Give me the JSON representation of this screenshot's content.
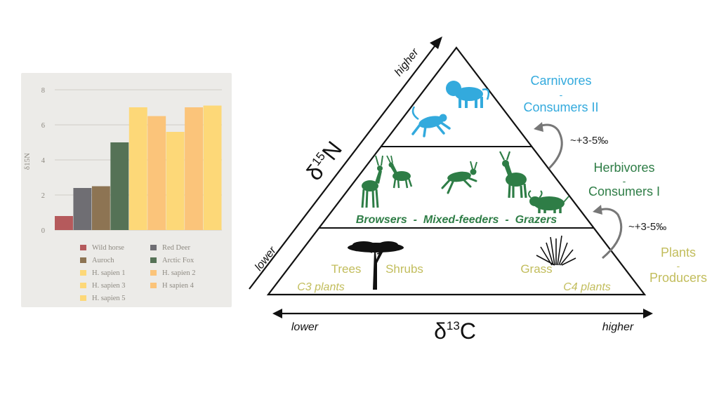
{
  "chart_data": {
    "type": "bar",
    "xlabel": "",
    "ylabel": "δ15N",
    "ylim": [
      0,
      8
    ],
    "yticks": [
      0,
      2,
      4,
      6,
      8
    ],
    "grid": true,
    "legend_placement": "bottom",
    "categories": [
      "Wild horse",
      "Red Deer",
      "Auroch",
      "Arctic Fox",
      "H. sapien 1",
      "H. sapien 2",
      "H. sapien 3",
      "H sapien 4",
      "H. sapien 5"
    ],
    "values": [
      0.8,
      2.4,
      2.5,
      5.0,
      7.0,
      6.5,
      5.6,
      7.0,
      7.1
    ],
    "colors": [
      "#b55a5c",
      "#6f6e73",
      "#8d7453",
      "#557256",
      "#fdd878",
      "#fbc47a",
      "#fdd878",
      "#fbc47a",
      "#fdd878"
    ]
  },
  "diagram": {
    "axes": {
      "y_label_main": "δ",
      "y_label_sup": "15",
      "y_label_elem": "N",
      "y_low": "lower",
      "y_high": "higher",
      "x_label_main": "δ",
      "x_label_sup": "13",
      "x_label_elem": "C",
      "x_low": "lower",
      "x_high": "higher"
    },
    "levels": {
      "top": {
        "name": "Carnivores",
        "dash": "-",
        "role": "Consumers II",
        "color": "#33aadd"
      },
      "middle": {
        "name": "Herbivores",
        "dash": "-",
        "role": "Consumers I",
        "color": "#2e7d46",
        "caption": "Browsers  -  Mixed-feeders  -  Grazers"
      },
      "bottom": {
        "name": "Plants",
        "dash": "-",
        "role": "Producers",
        "color": "#c2bd5c",
        "trees": "Trees",
        "shrubs": "Shrubs",
        "c3": "C3 plants",
        "grass": "Grass",
        "c4": "C4 plants"
      }
    },
    "enrichment_upper": "~+3-5‰",
    "enrichment_lower": "~+3-5‰"
  },
  "colors": {
    "gridline": "#cfccc6",
    "tick_text": "#8e8a82",
    "line": "#111111"
  }
}
